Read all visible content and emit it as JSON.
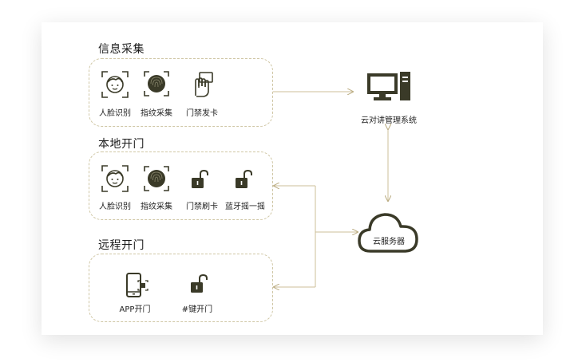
{
  "sections": {
    "info_collect": {
      "title": "信息采集",
      "items": [
        "人脸识别",
        "指纹采集",
        "门禁发卡"
      ]
    },
    "local_open": {
      "title": "本地开门",
      "items": [
        "人脸识别",
        "指纹采集",
        "门禁刷卡",
        "蓝牙摇一摇"
      ]
    },
    "remote_open": {
      "title": "远程开门",
      "items": [
        "APP开门",
        "#键开门"
      ]
    }
  },
  "nodes": {
    "management_system": "云对讲管理系统",
    "cloud_server": "云服务器"
  },
  "colors": {
    "icon_dark": "#3a3a28",
    "line": "#cdbf99"
  }
}
